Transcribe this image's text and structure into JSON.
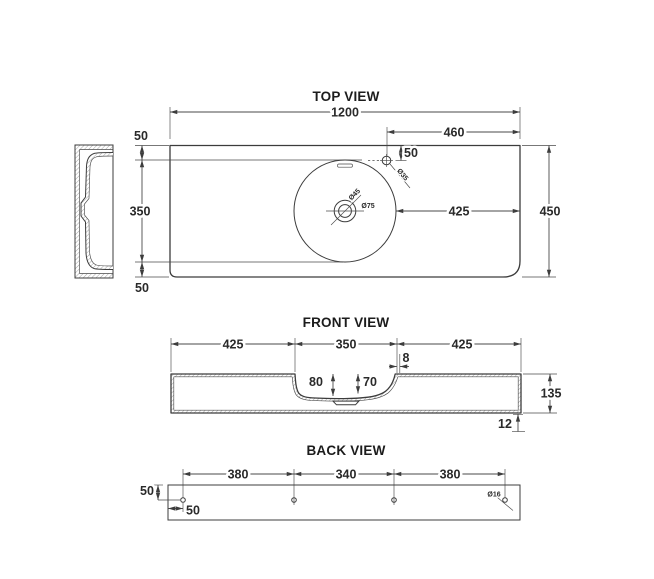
{
  "colors": {
    "line": "#3c3c3c",
    "text": "#2a2a2a"
  },
  "views": {
    "top": {
      "title": "TOP VIEW",
      "overall_width": "1200",
      "tap_to_right": "460",
      "tap_from_top": "50",
      "deck_back": "50",
      "bowl_width": "350",
      "deck_front": "50",
      "drain_to_right": "425",
      "overall_depth": "450",
      "tap_hole_dia": "Ø35",
      "waste_hole_dia": "Ø45",
      "waste_recess_dia": "Ø75"
    },
    "front": {
      "title": "FRONT VIEW",
      "left_deck": "425",
      "bowl_width": "350",
      "right_deck": "425",
      "wall_gap": "8",
      "bowl_depth_left": "80",
      "bowl_depth_right": "70",
      "overall_height": "135",
      "base_thickness": "12"
    },
    "back": {
      "title": "BACK VIEW",
      "hole_span_left": "380",
      "hole_span_mid": "340",
      "hole_span_right": "380",
      "holes_from_top": "50",
      "hole_from_side": "50",
      "hanger_hole_dia": "Ø16"
    }
  }
}
